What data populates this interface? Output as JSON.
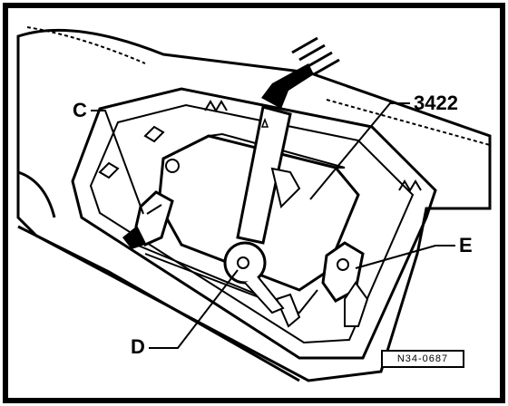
{
  "callouts": {
    "c": "C",
    "tool": "3422",
    "e": "E",
    "d": "D"
  },
  "reference_code": "N34-0687"
}
